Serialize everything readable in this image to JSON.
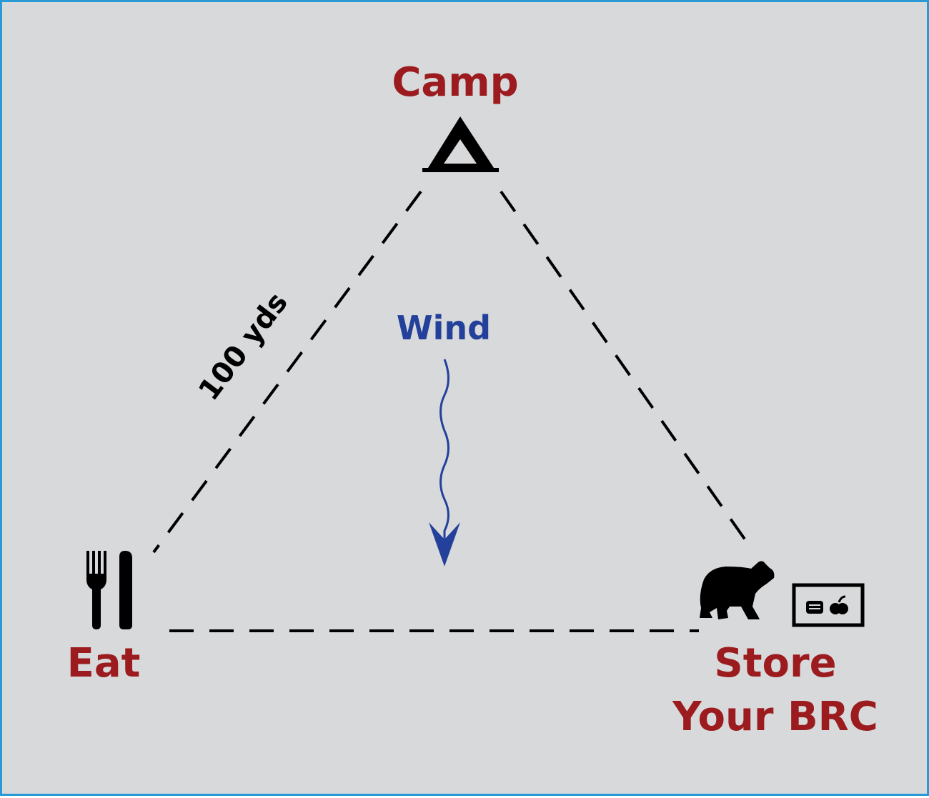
{
  "colors": {
    "background": "#d8d9db",
    "border": "#2a9ad6",
    "label_red": "#9b1b1e",
    "wind_blue": "#23409a",
    "ink": "#000000"
  },
  "labels": {
    "camp": "Camp",
    "eat": "Eat",
    "store_line1": "Store",
    "store_line2": "Your BRC",
    "wind": "Wind",
    "distance": "100 yds"
  },
  "icons": {
    "camp": "tent-icon",
    "eat": "fork-knife-icon",
    "store": "bear-icon",
    "container": "bear-resistant-container-icon"
  }
}
